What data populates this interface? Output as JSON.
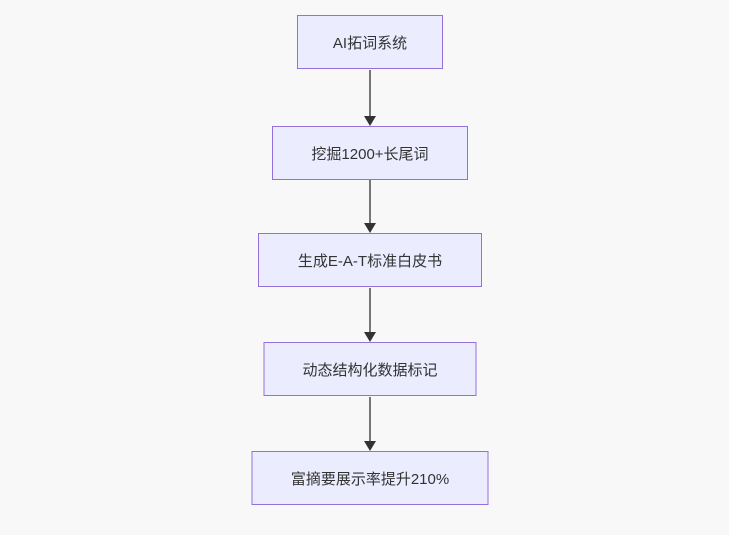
{
  "diagram": {
    "type": "flowchart",
    "direction": "top-down",
    "nodes": [
      {
        "id": "n1",
        "label": "AI拓词系统"
      },
      {
        "id": "n2",
        "label": "挖掘1200+长尾词"
      },
      {
        "id": "n3",
        "label": "生成E-A-T标准白皮书"
      },
      {
        "id": "n4",
        "label": "动态结构化数据标记"
      },
      {
        "id": "n5",
        "label": "富摘要展示率提升210%"
      }
    ],
    "edges": [
      {
        "from": "n1",
        "to": "n2"
      },
      {
        "from": "n2",
        "to": "n3"
      },
      {
        "from": "n3",
        "to": "n4"
      },
      {
        "from": "n4",
        "to": "n5"
      }
    ],
    "colors": {
      "background": "#f8f8f8",
      "node_fill": "#ECECFF",
      "node_border": "#9370DB",
      "edge_line": "#777777",
      "arrowhead": "#333333",
      "text": "#333333"
    }
  }
}
